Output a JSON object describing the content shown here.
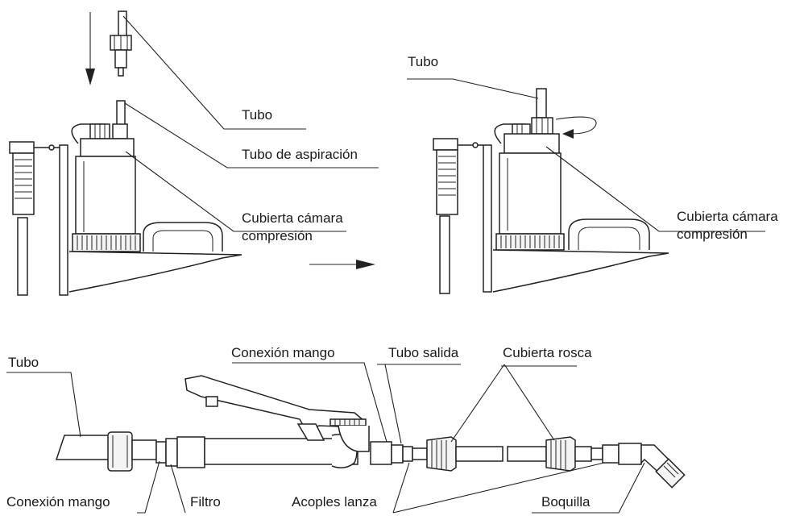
{
  "labels": {
    "top_left": {
      "tubo": "Tubo",
      "tubo_aspiracion": "Tubo de aspiración",
      "cubierta_line1": "Cubierta cámara",
      "cubierta_line2": "compresión"
    },
    "top_right": {
      "tubo": "Tubo",
      "cubierta_line1": "Cubierta cámara",
      "cubierta_line2": "compresión"
    },
    "bottom": {
      "tubo": "Tubo",
      "conexion_mango_top": "Conexión mango",
      "tubo_salida": "Tubo salida",
      "cubierta_rosca": "Cubierta rosca",
      "conexion_mango_bottom": "Conexión mango",
      "filtro": "Filtro",
      "acoples_lanza": "Acoples lanza",
      "boquilla": "Boquilla"
    }
  }
}
